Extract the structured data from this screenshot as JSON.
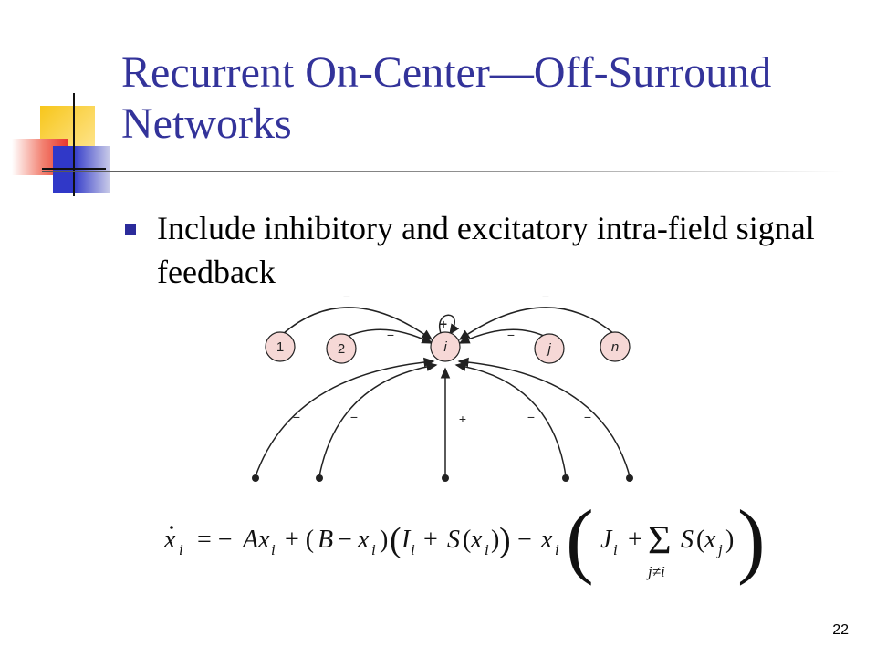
{
  "slide": {
    "title": "Recurrent On-Center—Off-Surround Networks",
    "bullet": "Include inhibitory and excitatory intra-field signal feedback",
    "number": "22"
  },
  "diagram": {
    "nodes": [
      "1",
      "2",
      "i",
      "j",
      "n"
    ],
    "signs": {
      "self_loop": "+",
      "far_left": "−",
      "near_left": "−",
      "near_right": "−",
      "far_right": "−",
      "input_far_left": "−",
      "input_near_left": "−",
      "input_center": "+",
      "input_near_right": "−",
      "input_far_right": "−"
    },
    "node_fill": "#f6d8d6"
  },
  "equation": {
    "lhs": "ẋ_i = −Ax_i + (B − x_i)(I_i + S(x_i)) − x_i ( J_i + Σ_{j≠i} S(x_j) )",
    "sum_subscript": "j≠i"
  },
  "colors": {
    "title": "#33339a",
    "bullet": "#2b2b9b",
    "deco_yellow": "#f7c61a",
    "deco_red": "#e8362c",
    "deco_blue": "#3038c8"
  }
}
